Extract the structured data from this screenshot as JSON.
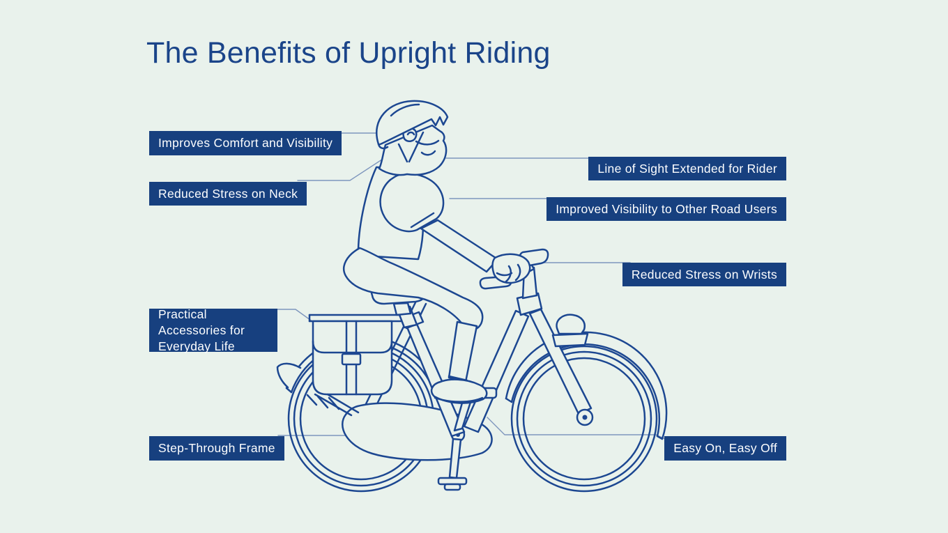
{
  "title": "The Benefits of Upright Riding",
  "labels": [
    {
      "text": "Improves Comfort and Visibility"
    },
    {
      "text": "Reduced Stress on Neck"
    },
    {
      "text": "Line of Sight Extended for Rider"
    },
    {
      "text": "Improved Visibility to Other Road Users"
    },
    {
      "text": "Reduced Stress on Wrists"
    },
    {
      "text": "Practical Accessories for Everyday Life"
    },
    {
      "text": "Step-Through Frame"
    },
    {
      "text": "Easy On, Easy Off"
    }
  ],
  "colors": {
    "background": "#e9f2ec",
    "label_bg": "#17407f",
    "label_text": "#fdfeff",
    "title_color": "#1a4489",
    "line": "#1c4791",
    "connector": "#7e96bd"
  },
  "illustration": {
    "description": "Navy line-art side view of a bearded man wearing a helmet riding an upright step-through city bicycle with rear rack and pannier bag, fenders, chain case and headlight, facing right"
  }
}
